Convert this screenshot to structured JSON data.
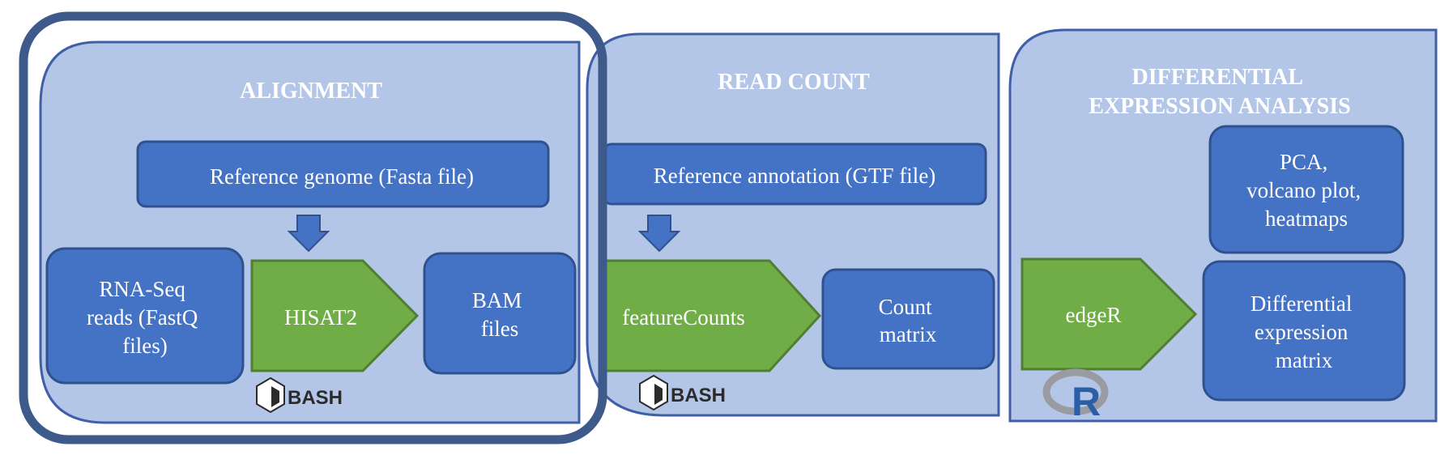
{
  "panels": {
    "alignment": {
      "title": "ALIGNMENT",
      "reference": "Reference genome (Fasta file)",
      "input": [
        "RNA-Seq",
        "reads (FastQ",
        "files)"
      ],
      "tool": "HISAT2",
      "output": [
        "BAM",
        "files"
      ],
      "logo": "BASH"
    },
    "read_count": {
      "title": "READ COUNT",
      "reference": "Reference annotation (GTF file)",
      "tool": "featureCounts",
      "output": [
        "Count",
        "matrix"
      ],
      "logo": "BASH"
    },
    "differential_expression": {
      "title": [
        "DIFFERENTIAL",
        "EXPRESSION ANALYSIS"
      ],
      "plots": [
        "PCA,",
        "volcano plot,",
        "heatmaps"
      ],
      "tool": "edgeR",
      "output": [
        "Differential",
        "expression",
        "matrix"
      ],
      "logo": "R"
    }
  },
  "colors": {
    "panel_fill": "#b4c6e7",
    "panel_stroke": "#3f5fa8",
    "box_fill": "#4472c4",
    "box_stroke": "#2f528f",
    "tool_fill": "#70ad47",
    "tool_stroke": "#507e32",
    "highlight_border": "#3d5a8a"
  }
}
